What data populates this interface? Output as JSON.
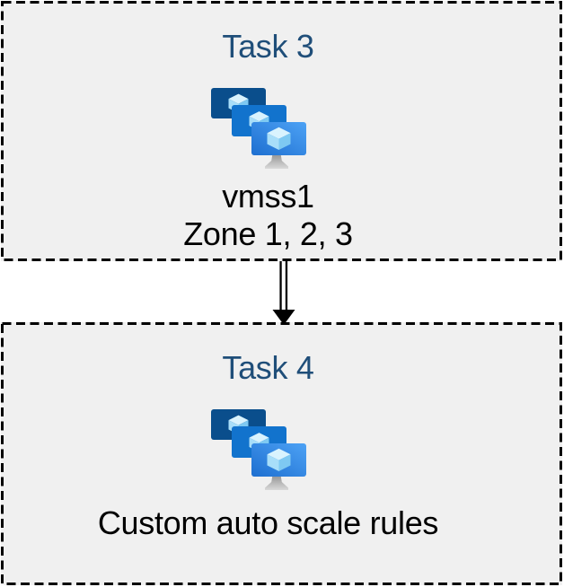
{
  "diagram": {
    "background": "#ffffff",
    "box_background": "#f0f0f0",
    "box_border_color": "#000000",
    "title_color": "#1f4e79",
    "text_color": "#000000"
  },
  "tasks": [
    {
      "title": "Task 3",
      "icon": "vm-scale-sets-icon",
      "lines": [
        "vmss1",
        "Zone 1, 2, 3"
      ]
    },
    {
      "title": "Task 4",
      "icon": "vm-scale-sets-icon",
      "lines": [
        "Custom auto scale rules"
      ]
    }
  ],
  "connector": {
    "type": "double-line-arrow",
    "direction": "down",
    "color": "#000000"
  },
  "icon_colors": {
    "screen_back": "#0a4e8c",
    "screen_middle": "#1273cd",
    "screen_front_gradient_start": "#4da2f5",
    "screen_front_gradient_end": "#1e6fd0",
    "cube_top": "#d9f3fe",
    "cube_left": "#a8def9",
    "cube_right": "#7ec9f2",
    "stand_gradient_start": "#919191",
    "stand_gradient_end": "#d9d9d9"
  }
}
